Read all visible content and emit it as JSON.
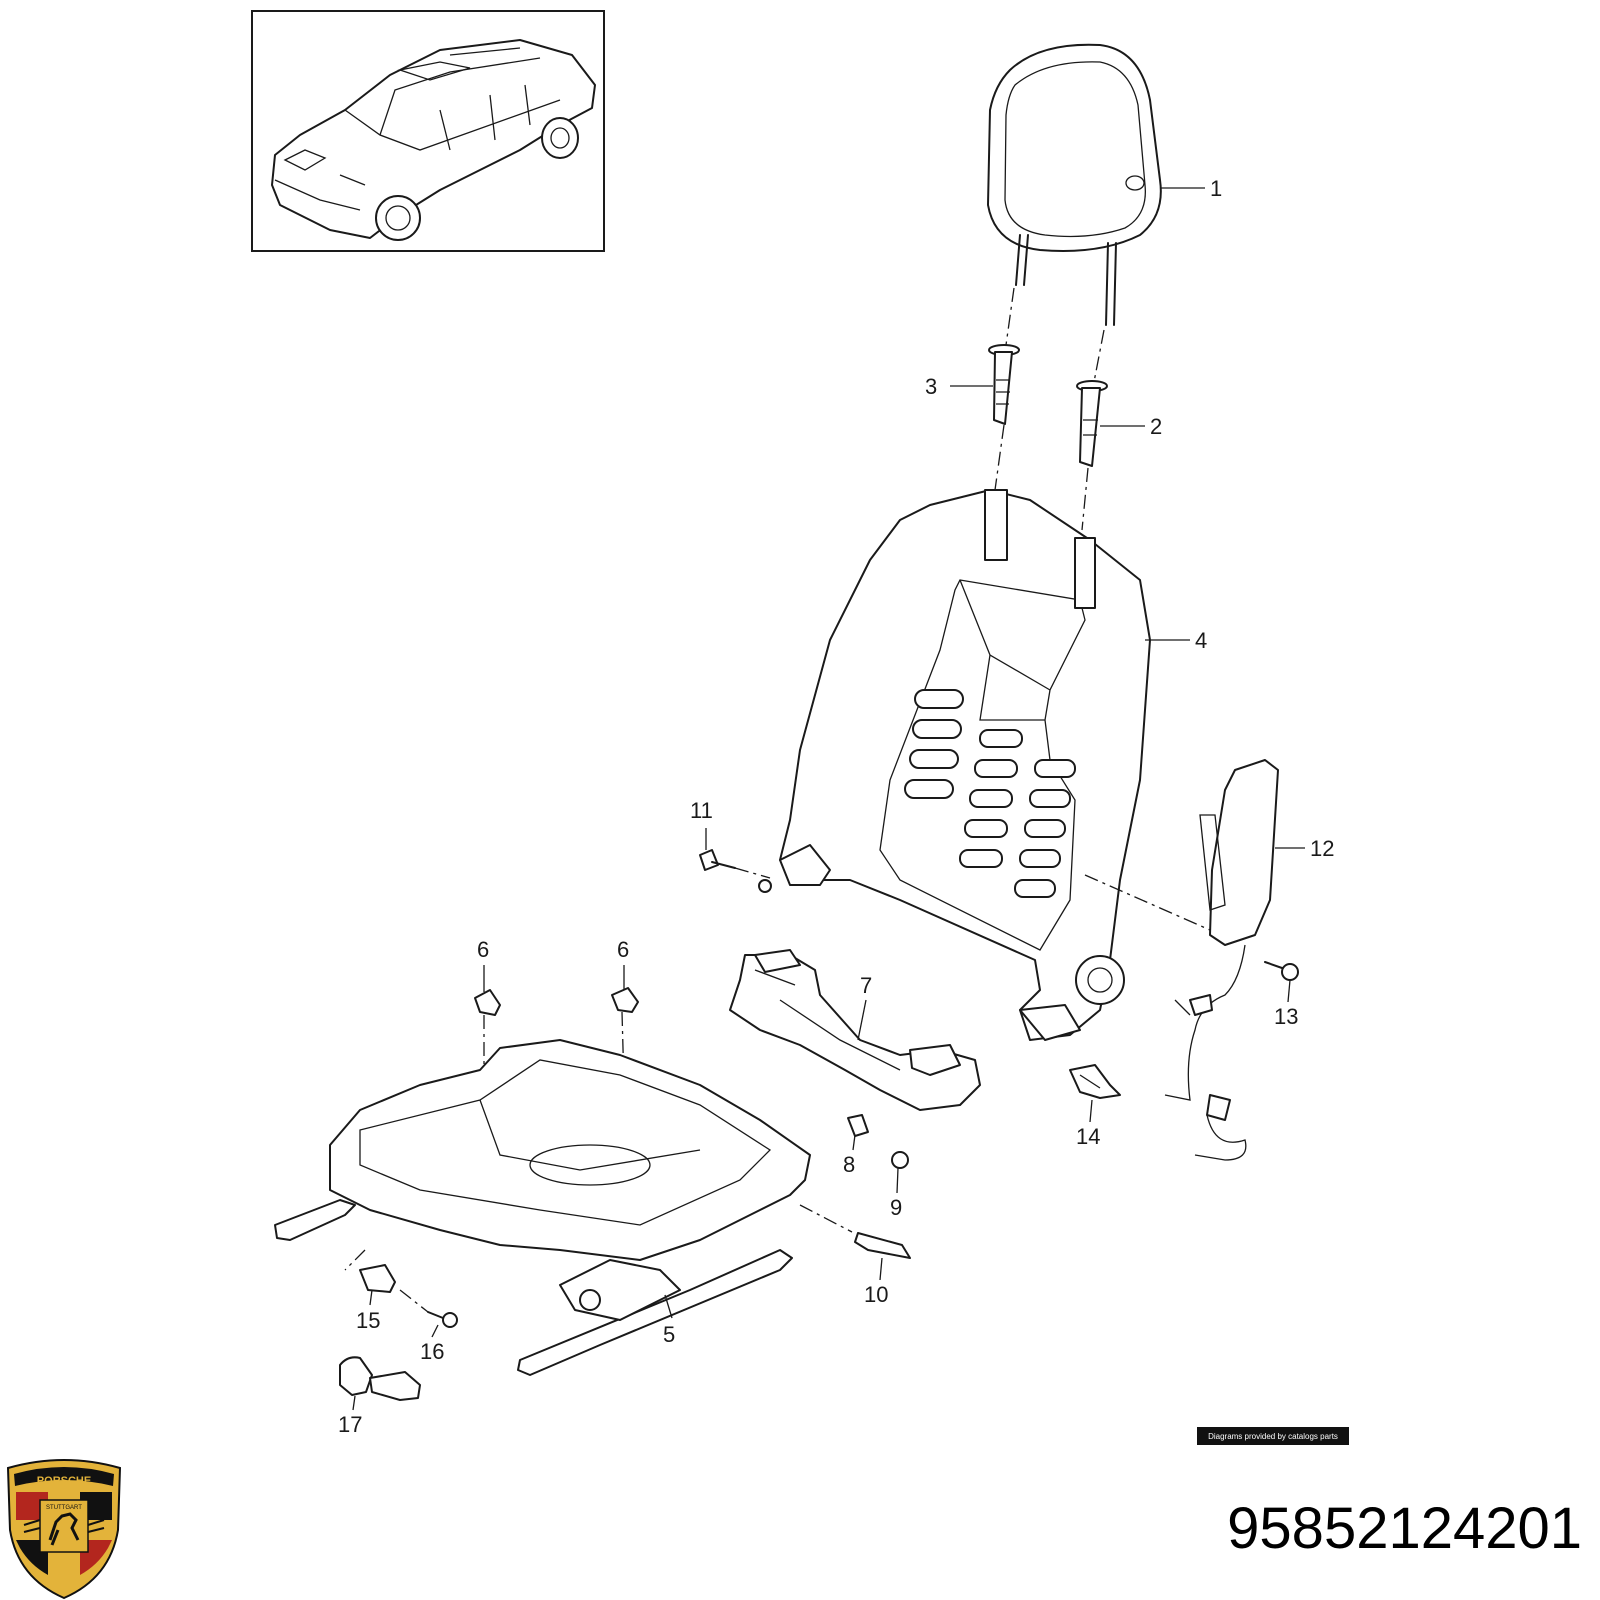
{
  "callouts": [
    {
      "id": "1",
      "text": "1"
    },
    {
      "id": "2",
      "text": "2"
    },
    {
      "id": "3",
      "text": "3"
    },
    {
      "id": "4",
      "text": "4"
    },
    {
      "id": "5",
      "text": "5"
    },
    {
      "id": "6a",
      "text": "6"
    },
    {
      "id": "6b",
      "text": "6"
    },
    {
      "id": "7",
      "text": "7"
    },
    {
      "id": "8",
      "text": "8"
    },
    {
      "id": "9",
      "text": "9"
    },
    {
      "id": "10",
      "text": "10"
    },
    {
      "id": "11",
      "text": "11"
    },
    {
      "id": "12",
      "text": "12"
    },
    {
      "id": "13",
      "text": "13"
    },
    {
      "id": "14",
      "text": "14"
    },
    {
      "id": "15",
      "text": "15"
    },
    {
      "id": "16",
      "text": "16"
    },
    {
      "id": "17",
      "text": "17"
    }
  ],
  "credit": "Diagrams provided by catalogs parts",
  "part_number": "95852124201",
  "logo": {
    "brand_text": "PORSCHE",
    "city_text": "STUTTGART",
    "colors": {
      "gold": "#e3b33a",
      "red": "#b3261e",
      "black": "#111111"
    }
  },
  "icons": [
    "porsche-crest-icon",
    "vehicle-thumbnail-icon"
  ]
}
